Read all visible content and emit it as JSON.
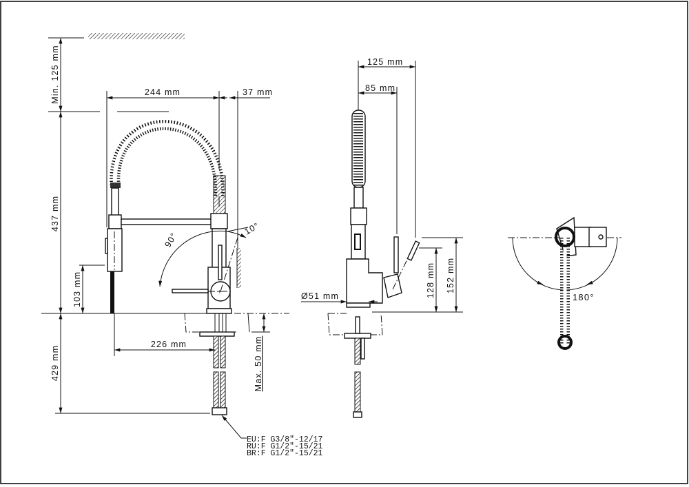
{
  "front_view": {
    "min_clearance": "Min. 125 mm",
    "spout_reach": "244 mm",
    "lever_offset": "37 mm",
    "total_height": "437 mm",
    "shower_height": "103 mm",
    "lever_rotation": "90°",
    "lever_tilt": "10°",
    "hose_length": "429 mm",
    "hose_reach": "226 mm",
    "counter_thickness": "Max. 50 mm"
  },
  "connections": [
    "EU:F G3/8\"-12/17",
    "RU:F G1/2\"-15/21",
    "BR:F G1/2\"-15/21"
  ],
  "side_view": {
    "lever_reach": "125 mm",
    "lever_reach_closed": "85 mm",
    "base_diameter": "Ø51 mm",
    "lever_height": "128 mm",
    "lever_height_open": "152 mm"
  },
  "top_view": {
    "swivel_angle": "180°"
  }
}
